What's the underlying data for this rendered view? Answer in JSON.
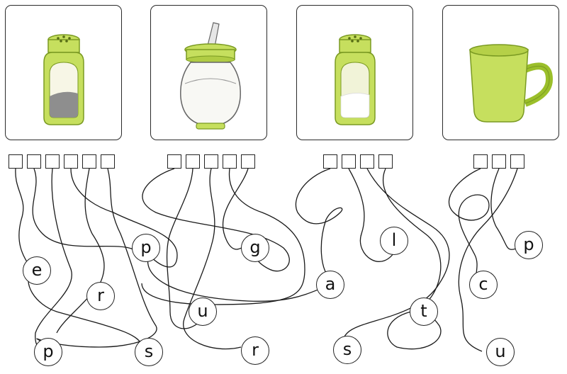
{
  "puzzle": {
    "pictures": [
      {
        "name": "pepper shaker",
        "icon": "pepper-shaker-icon",
        "letter_count": 6
      },
      {
        "name": "sugar dispenser",
        "icon": "sugar-dispenser-icon",
        "letter_count": 5
      },
      {
        "name": "salt shaker",
        "icon": "salt-shaker-icon",
        "letter_count": 4
      },
      {
        "name": "cup",
        "icon": "cup-icon",
        "letter_count": 3
      }
    ],
    "letters": [
      "e",
      "r",
      "p",
      "p",
      "s",
      "u",
      "g",
      "r",
      "a",
      "s",
      "l",
      "t",
      "c",
      "p",
      "u"
    ]
  },
  "colors": {
    "accent_green": "#c6df5e",
    "dark_green": "#9bbf2a",
    "line": "#1a1a1a"
  }
}
